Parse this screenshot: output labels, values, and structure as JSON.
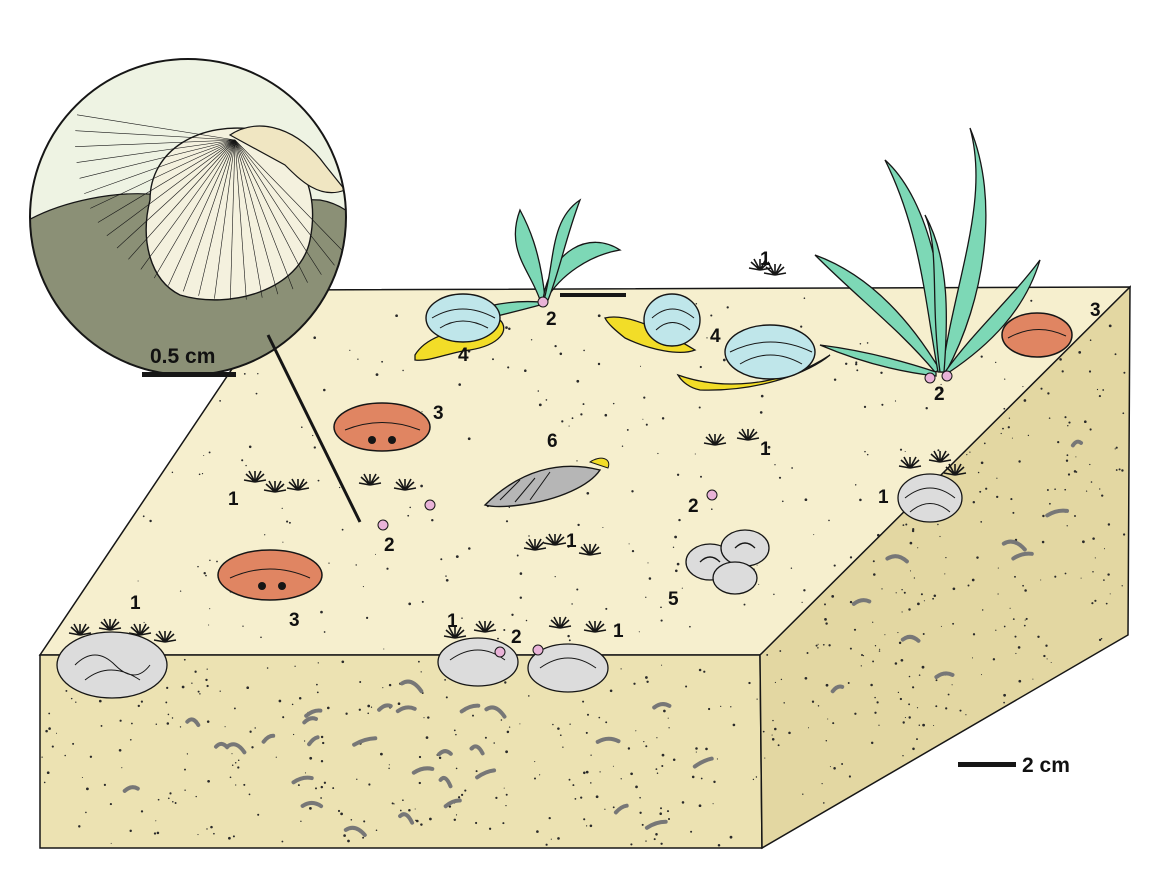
{
  "figure": {
    "type": "block diagram of sandy seafloor community with magnified inset",
    "colors": {
      "sand_top": "#f6efce",
      "sediment_front": "#ece2b2",
      "sediment_side": "#e3d7a2",
      "inset_background": "#eef3e3",
      "inset_ground": "#8b9076",
      "seagrass": "#7dd8b6",
      "crab": "#e08562",
      "snail_shell": "#bfe6ea",
      "snail_foot": "#f2dd28",
      "worm": "#dcdcdc",
      "anemone_pink": "#e9b3d8",
      "whelk_shell": "#b6b6b6",
      "clam_shell": "#f4f1de",
      "ink": "#161616"
    }
  },
  "labels": {
    "l1a": "1",
    "l1b": "1",
    "l1c": "1",
    "l1d": "1",
    "l1e": "1",
    "l1f": "1",
    "l1g": "1",
    "l1h": "1",
    "l2a": "2",
    "l2b": "2",
    "l2c": "2",
    "l2d": "2",
    "l2e": "2",
    "l3a": "3",
    "l3b": "3",
    "l3c": "3",
    "l4a": "4",
    "l4b": "4",
    "l5": "5",
    "l6": "6"
  },
  "scales": {
    "inset_scale_text": "0.5 cm",
    "main_scale_text": "2 cm"
  },
  "icons": {
    "tube_worm": "feather-duster-worm-icon",
    "anemone": "small-anemone-icon",
    "crab": "crab-icon",
    "snail": "moon-snail-icon",
    "whelk": "whelk-icon",
    "clam": "clam-icon",
    "seagrass": "seagrass-icon"
  }
}
